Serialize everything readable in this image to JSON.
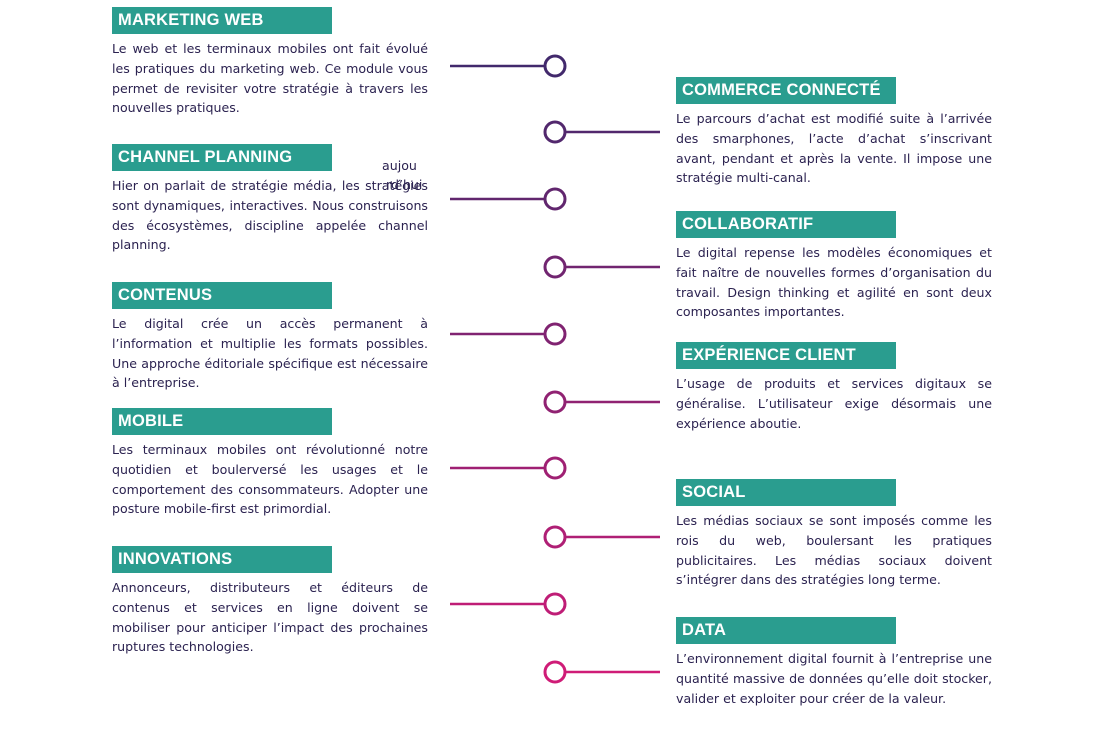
{
  "colors": {
    "tag_bg": "#2a9d8f",
    "tag_text": "#ffffff",
    "body_text": "#2b2250",
    "line_top": "#3a2a6b",
    "line_bottom": "#d81b78"
  },
  "left_items": [
    {
      "title": "MARKETING WEB",
      "text": "Le web et les terminaux mobiles ont fait évolué les pratiques du marketing web. Ce module vous permet de revisiter votre stratégie à travers les nouvelles pratiques."
    },
    {
      "title": "CHANNEL PLANNING",
      "text": "Hier on parlait de stratégie média, les stratégies sont dynamiques, interactives. Nous construisons des écosystèmes, discipline appelée channel planning."
    },
    {
      "title": "CONTENUS",
      "text": "Le digital crée un accès permanent à l’information et multiplie les formats possibles. Une approche éditoriale spécifique est nécessaire à l’entreprise."
    },
    {
      "title": "MOBILE",
      "text": "Les terminaux mobiles ont révolutionné notre quotidien et boulerversé les usages et le comportement des consommateurs. Adopter une posture mobile-first est primordial."
    },
    {
      "title": "INNOVATIONS",
      "text": "Annonceurs, distributeurs et éditeurs de contenus et services en ligne doivent se mobiliser pour anticiper l’impact des prochaines ruptures technologies."
    }
  ],
  "right_items": [
    {
      "title": "COMMERCE CONNECTÉ",
      "text": "Le parcours d’achat est modifié suite à l’arrivée des smarphones, l’acte d’achat s’inscrivant avant, pendant et après la vente. Il impose une stratégie multi-canal."
    },
    {
      "title": "COLLABORATIF",
      "text": "Le digital repense les modèles économiques et fait naître de nouvelles formes d’organisation du travail. Design thinking et agilité en sont deux composantes importantes."
    },
    {
      "title": "EXPÉRIENCE CLIENT",
      "text": "L’usage de produits et services digitaux se généralise. L’utilisateur exige désormais une expérience aboutie."
    },
    {
      "title": "SOCIAL",
      "text": "Les médias sociaux se sont imposés comme les rois du web, boulersant les pratiques publicitaires. Les médias sociaux doivent s’intégrer dans des stratégies long terme."
    },
    {
      "title": "DATA",
      "text": "L’environnement digital fournit à l’entreprise une quantité massive de données qu’elle doit stocker, valider et exploiter pour créer de la valeur."
    }
  ],
  "stray_text": {
    "part1": "aujou",
    "part2": "rd’hui"
  }
}
